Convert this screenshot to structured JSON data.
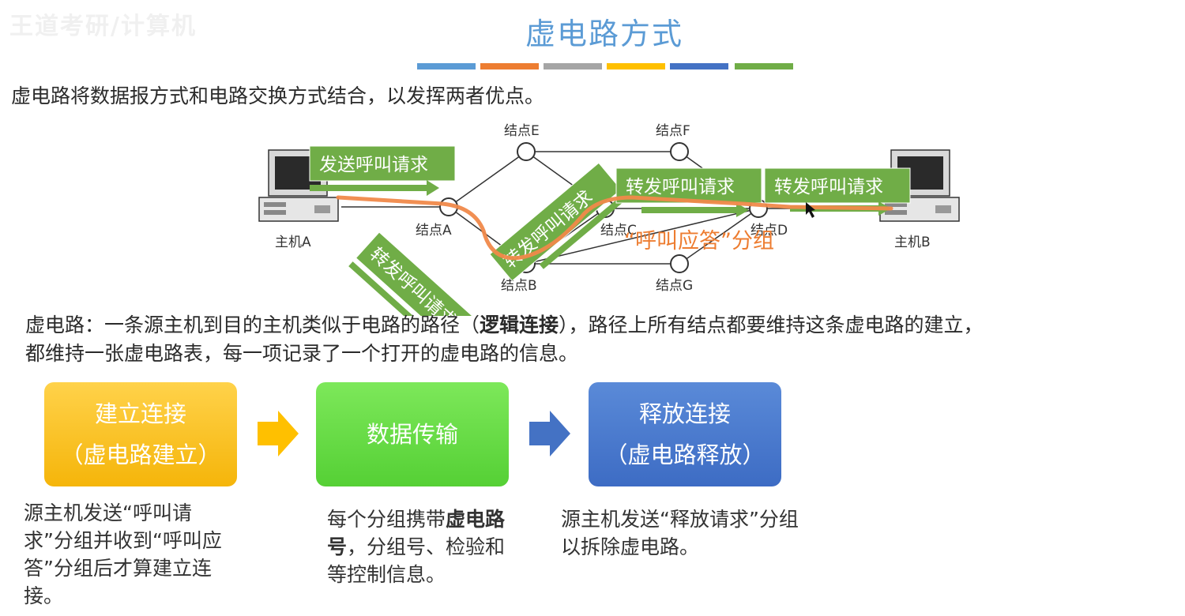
{
  "watermark": "王道考研/计算机",
  "title": "虚电路方式",
  "color_bar": [
    "#5b9bd5",
    "#ed7d31",
    "#a5a5a5",
    "#ffc000",
    "#4472c4",
    "#70ad47"
  ],
  "intro": "虚电路将数据报方式和电路交换方式结合，以发挥两者优点。",
  "diagram": {
    "host_a": "主机A",
    "host_b": "主机B",
    "nodes": {
      "a": "结点A",
      "b": "结点B",
      "c": "结点C",
      "d": "结点D",
      "e": "结点E",
      "f": "结点F",
      "g": "结点G"
    },
    "labels": {
      "send_call": "发送呼叫请求",
      "forward_1": "转发呼叫请求",
      "forward_2": "转发呼叫请求",
      "forward_3": "转发呼叫请求",
      "forward_4": "转发呼叫请求",
      "call_accept": "“呼叫应答”分组"
    }
  },
  "description": {
    "part1": "虚电路：一条源主机到目的主机类似于电路的路径（",
    "bold": "逻辑连接",
    "part2": "），路径上所有结点都要维持这条虚电路的建立，",
    "line2": "都维持一张虚电路表，每一项记录了一个打开的虚电路的信息。"
  },
  "steps": [
    {
      "title": "建立连接",
      "subtitle": "（虚电路建立）",
      "color": "#ffc000",
      "text": "源主机发送“呼叫请求”分组并收到“呼叫应答”分组后才算建立连接。"
    },
    {
      "title": "数据传输",
      "subtitle": "",
      "color": "#66dd44",
      "text_pre": "每个分组携带",
      "text_bold": "虚电路号",
      "text_post": "，分组号、检验和等控制信息。"
    },
    {
      "title": "释放连接",
      "subtitle": "（虚电路释放）",
      "color": "#4472c4",
      "text": "源主机发送“释放请求”分组以拆除虚电路。"
    }
  ],
  "arrow_colors": [
    "#ffc000",
    "#4472c4"
  ]
}
